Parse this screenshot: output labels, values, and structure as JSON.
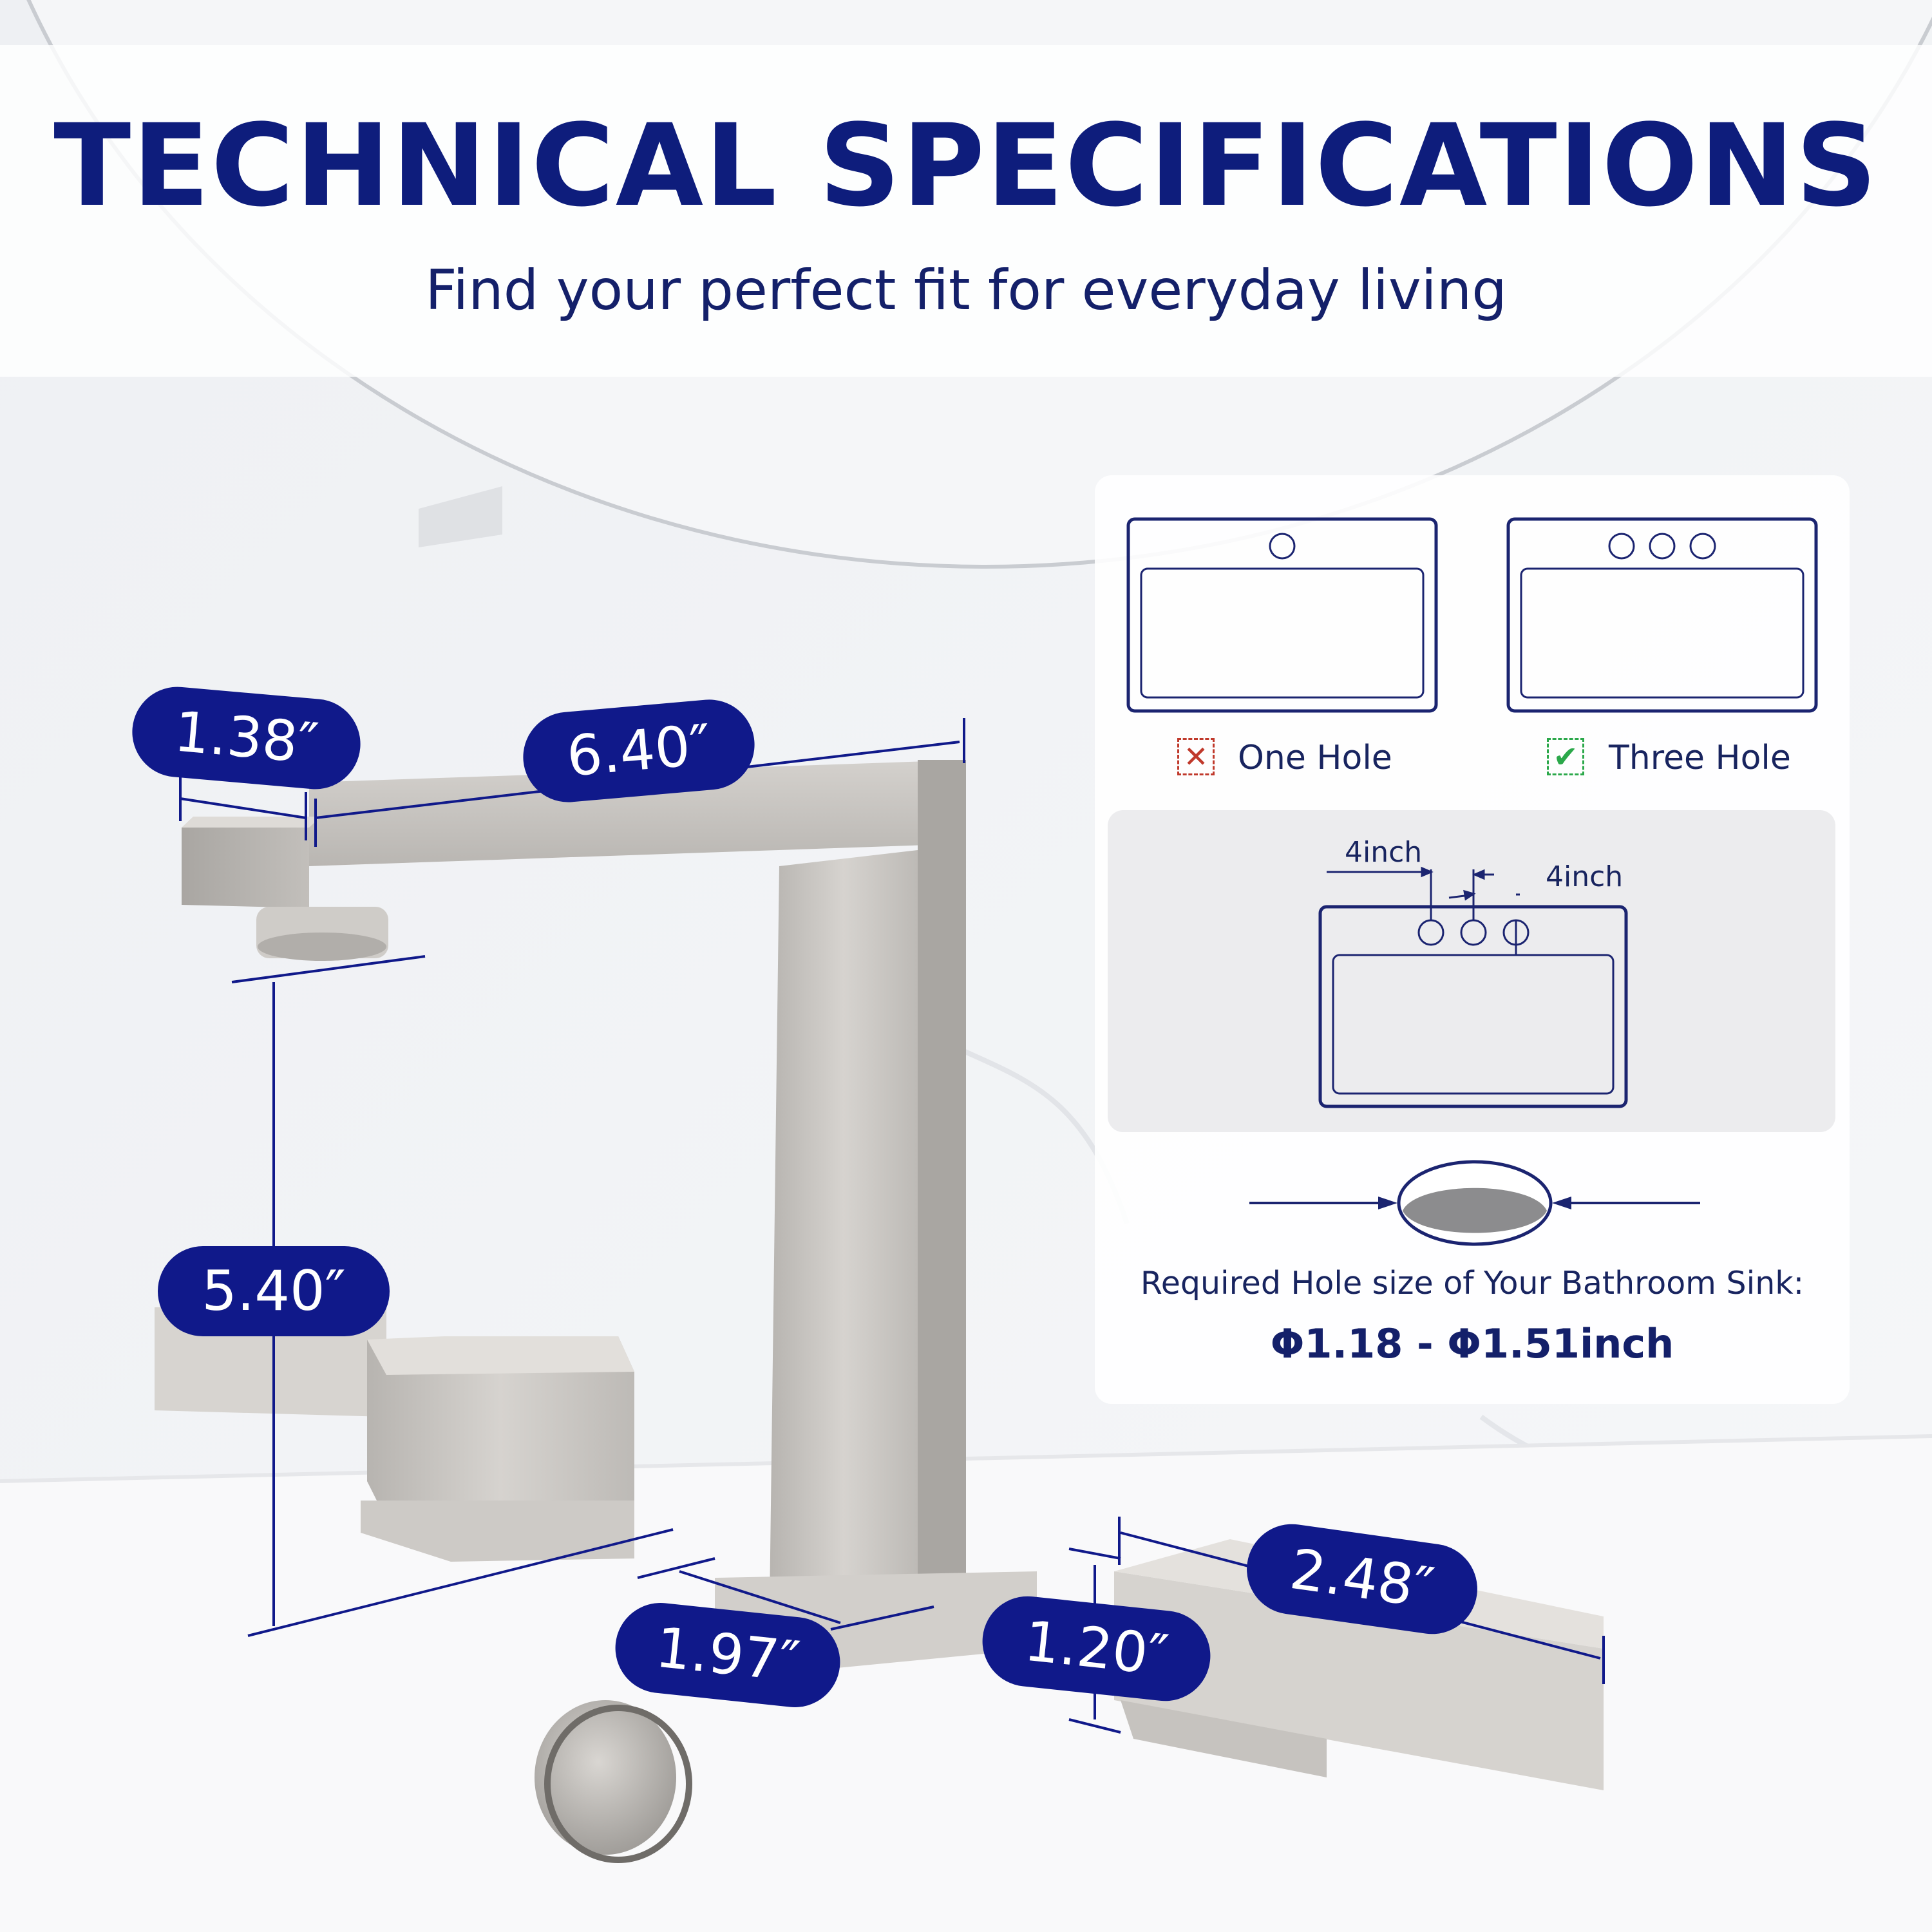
{
  "header": {
    "title": "TECHNICAL SPECIFICATIONS",
    "subtitle": "Find your perfect fit for everyday living"
  },
  "dimensions": {
    "spout_width": "1.38″",
    "spout_reach": "6.40″",
    "spout_height": "5.40″",
    "base_depth": "1.97″",
    "handle_height": "1.20″",
    "handle_length": "2.48″"
  },
  "compatibility": {
    "one_hole": {
      "label": "One Hole",
      "status": "incompatible",
      "mark": "✕"
    },
    "three_hole": {
      "label": "Three Hole",
      "status": "compatible",
      "mark": "✔"
    },
    "spacing_left": "4inch",
    "spacing_right": "4inch",
    "required_text": "Required Hole size of Your Bathroom Sink:",
    "required_value": "Φ1.18 - Φ1.51inch"
  },
  "colors": {
    "brand_navy": "#10198a",
    "title_navy": "#0e1d7c",
    "incompatible_red": "#c0392b",
    "compatible_green": "#2ba84a",
    "brushed_nickel": "#c9c6c2"
  },
  "icons": [
    "x-mark-icon",
    "check-mark-icon",
    "sink-one-hole-icon",
    "sink-three-hole-icon",
    "hole-size-icon"
  ]
}
